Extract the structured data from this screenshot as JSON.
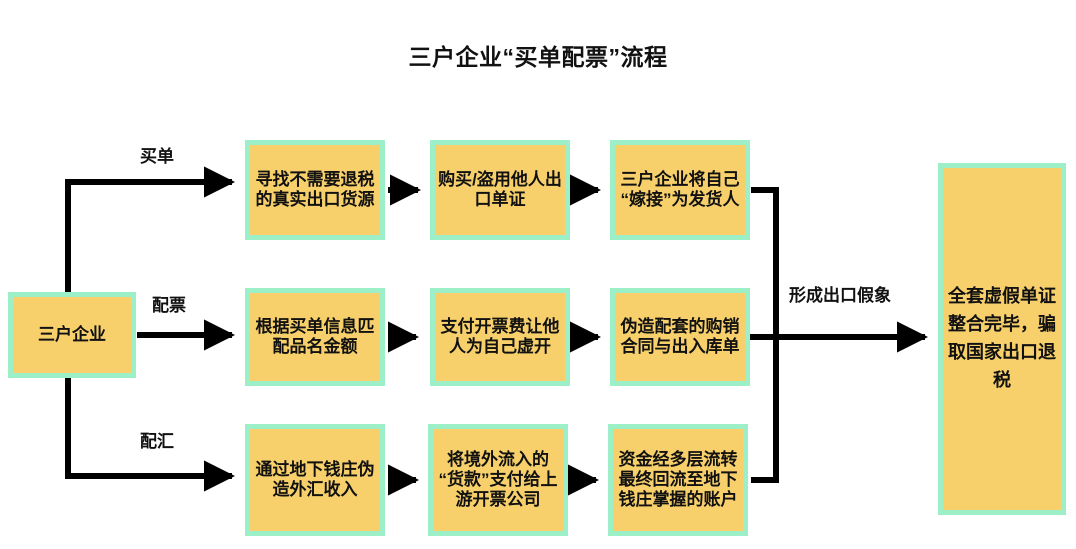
{
  "title": "三户企业“买单配票”流程",
  "colors": {
    "node_fill": "#F7D06C",
    "node_border": "#9CEFC6",
    "line": "#000000",
    "text": "#111111",
    "background": "#FFFFFF"
  },
  "start_node": {
    "label": "三户企业"
  },
  "end_node": {
    "label": "全套虚假单证整合完毕，骗取国家出口退税"
  },
  "branch_labels": {
    "row1": "买单",
    "row2": "配票",
    "row3": "配汇",
    "merge": "形成出口假象"
  },
  "rows": [
    {
      "name": "买单",
      "steps": [
        "寻找不需要退税的真实出口货源",
        "购买/盗用他人出口单证",
        "三户企业将自己“嫁接”为发货人"
      ]
    },
    {
      "name": "配票",
      "steps": [
        "根据买单信息匹配品名金额",
        "支付开票费让他人为自己虚开",
        "伪造配套的购销合同与出入库单"
      ]
    },
    {
      "name": "配汇",
      "steps": [
        "通过地下钱庄伪造外汇收入",
        "将境外流入的“货款”支付给上游开票公司",
        "资金经多层流转最终回流至地下钱庄掌握的账户"
      ]
    }
  ]
}
